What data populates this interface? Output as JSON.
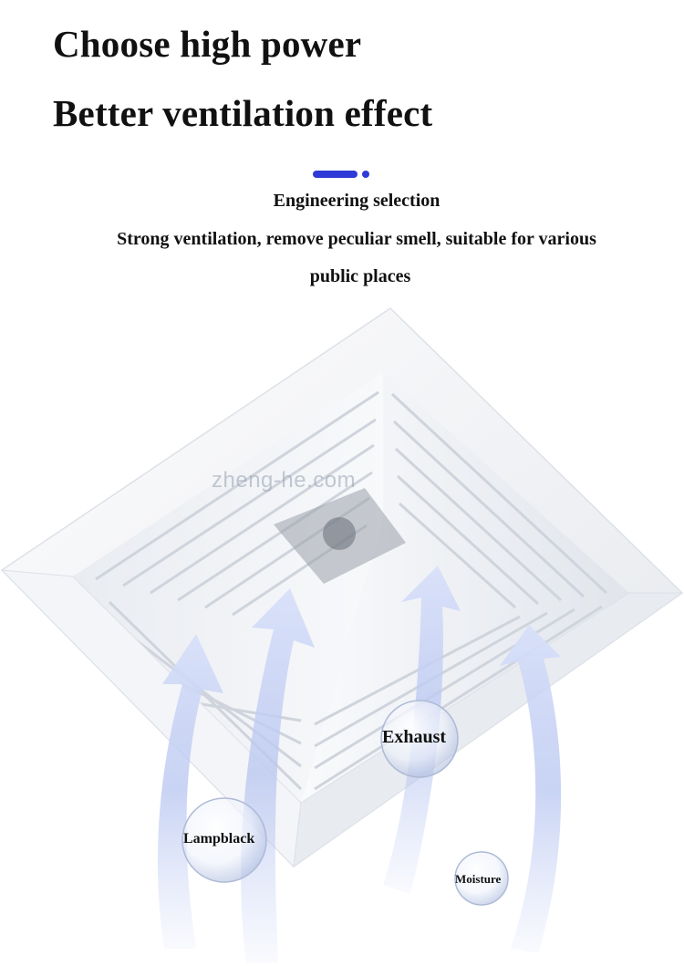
{
  "headline": {
    "line1": "Choose high power",
    "line2": "Better ventilation effect"
  },
  "subheading": {
    "title": "Engineering selection",
    "line1": "Strong ventilation, remove peculiar smell, suitable for various",
    "line2": "public places"
  },
  "watermark": "zheng-he.com",
  "bubbles": {
    "exhaust": "Exhaust",
    "lampblack": "Lampblack",
    "moisture": "Moisture"
  },
  "colors": {
    "accent": "#2f3bd6",
    "airflow": "#b9c6f2",
    "panel": "#f4f5f7"
  }
}
